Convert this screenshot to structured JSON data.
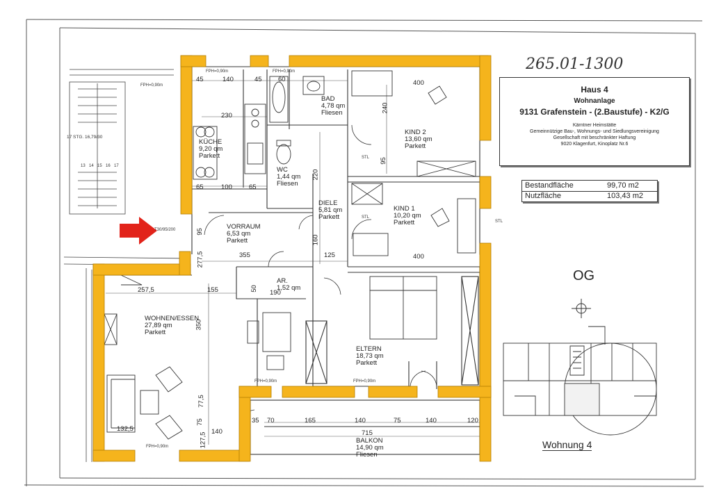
{
  "handwritten_number": "265.01-1300",
  "title_block": {
    "house": "Haus 4",
    "type": "Wohnanlage",
    "address": "9131 Grafenstein - (2.Baustufe) - K2/G",
    "company_1": "Kärntner Heimstätte",
    "company_2": "Gemeinnützige Bau-, Wohnungs- und Siedlungsvereinigung",
    "company_3": "Gesellschaft mit beschränkter Haftung",
    "company_4": "9020 Klagenfurt, Kinoplatz Nr.6"
  },
  "areas": [
    {
      "label": "Bestandfläche",
      "value": "99,70 m2"
    },
    {
      "label": "Nutzfläche",
      "value": "103,43 m2"
    }
  ],
  "floor": "OG",
  "apartment_label": "Wohnung 4",
  "rooms": [
    {
      "name": "KÜCHE",
      "area": "9,20 qm",
      "floor": "Parkett"
    },
    {
      "name": "BAD",
      "area": "4,78 qm",
      "floor": "Fliesen"
    },
    {
      "name": "KIND 2",
      "area": "13,60 qm",
      "floor": "Parkett"
    },
    {
      "name": "WC",
      "area": "1,44 qm",
      "floor": "Fliesen"
    },
    {
      "name": "DIELE",
      "area": "5,81 qm",
      "floor": "Parkett"
    },
    {
      "name": "KIND 1",
      "area": "10,20 qm",
      "floor": "Parkett"
    },
    {
      "name": "VORRAUM",
      "area": "6,53 qm",
      "floor": "Parkett"
    },
    {
      "name": "AR.",
      "area": "1,52 qm",
      "floor": ""
    },
    {
      "name": "WOHNEN/ESSEN",
      "area": "27,89 qm",
      "floor": "Parkett"
    },
    {
      "name": "ELTERN",
      "area": "18,73 qm",
      "floor": "Parkett"
    },
    {
      "name": "BALKON",
      "area": "14,90 qm",
      "floor": "Fliesen"
    }
  ],
  "dimensions": {
    "d45a": "45",
    "d140a": "140",
    "d45b": "45",
    "d60": "60",
    "d400a": "400",
    "d230": "230",
    "d240": "240",
    "d220": "220",
    "d95a": "95",
    "d95b": "95",
    "d65a": "65",
    "d100a": "100",
    "d65b": "65",
    "d355": "355",
    "d125": "125",
    "d400b": "400",
    "d257": "257,5",
    "d155": "155",
    "d190": "190",
    "d350": "350",
    "d775": "77,5",
    "d75a": "75",
    "d1325": "132,5",
    "d140b": "140",
    "d35": "35",
    "d70": "70",
    "d165": "165",
    "d140c": "140",
    "d75b": "75",
    "d140d": "140",
    "d120": "120",
    "d715": "715",
    "d1275": "127,5",
    "d2775": "277,5",
    "d160": "160",
    "d50": "50"
  },
  "stair": {
    "label": "17 STG. 16,79/30",
    "step_numbers": [
      "13",
      "14",
      "15",
      "16",
      "17"
    ]
  },
  "annotations": {
    "fph": "FPH=0,90m",
    "stl": "STL",
    "tuer": "T30/95/200"
  }
}
